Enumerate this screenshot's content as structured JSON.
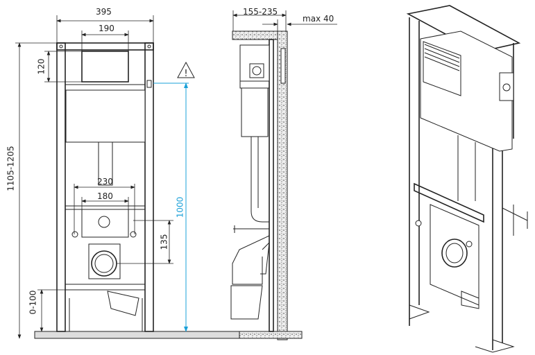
{
  "front_view": {
    "width_label": "395",
    "flush_plate_width_label": "190",
    "flush_plate_height_label": "120",
    "total_height_label": "1105-1205",
    "bolt_spacing_outer_label": "230",
    "bolt_spacing_inner_label": "180",
    "outlet_height_label": "135",
    "actuation_height_label": "1000",
    "foot_adjust_label": "0-100",
    "warning_icon": "warning-triangle-icon"
  },
  "side_view": {
    "depth_label": "155-235",
    "max_label": "max 40"
  },
  "colors": {
    "line": "#222222",
    "accent": "#1aa0d8"
  }
}
